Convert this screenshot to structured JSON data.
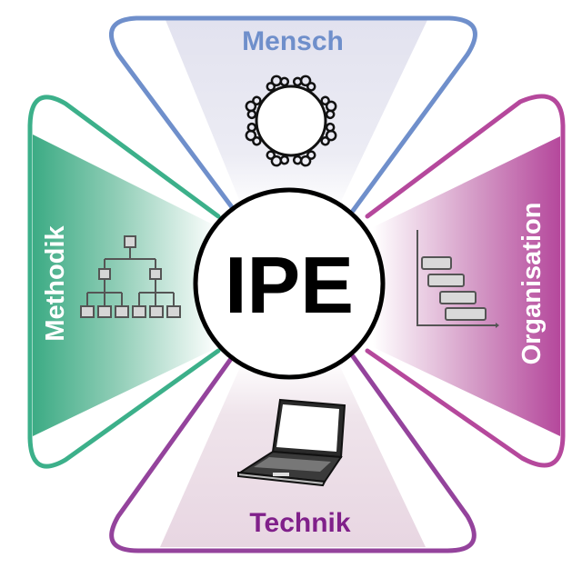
{
  "diagram": {
    "center": {
      "label": "IPE",
      "color": "#000000"
    },
    "segments": [
      {
        "id": "mensch",
        "label": "Mensch",
        "position": "top",
        "stroke": "#6f8fcb",
        "label_color": "#6f8fcb",
        "fill": "#e4e4f0",
        "icon": "round-table-people-icon"
      },
      {
        "id": "methodik",
        "label": "Methodik",
        "position": "left",
        "stroke": "#3cb08a",
        "label_color": "#ffffff",
        "fill": "#3cb08a",
        "icon": "hierarchy-tree-icon"
      },
      {
        "id": "organisation",
        "label": "Organisation",
        "position": "right",
        "stroke": "#b5489c",
        "label_color": "#ffffff",
        "fill": "#b5489c",
        "icon": "gantt-chart-icon"
      },
      {
        "id": "technik",
        "label": "Technik",
        "position": "bottom",
        "stroke": "#94439c",
        "label_color": "#80208a",
        "fill": "#ebdde6",
        "icon": "laptop-icon"
      }
    ]
  }
}
